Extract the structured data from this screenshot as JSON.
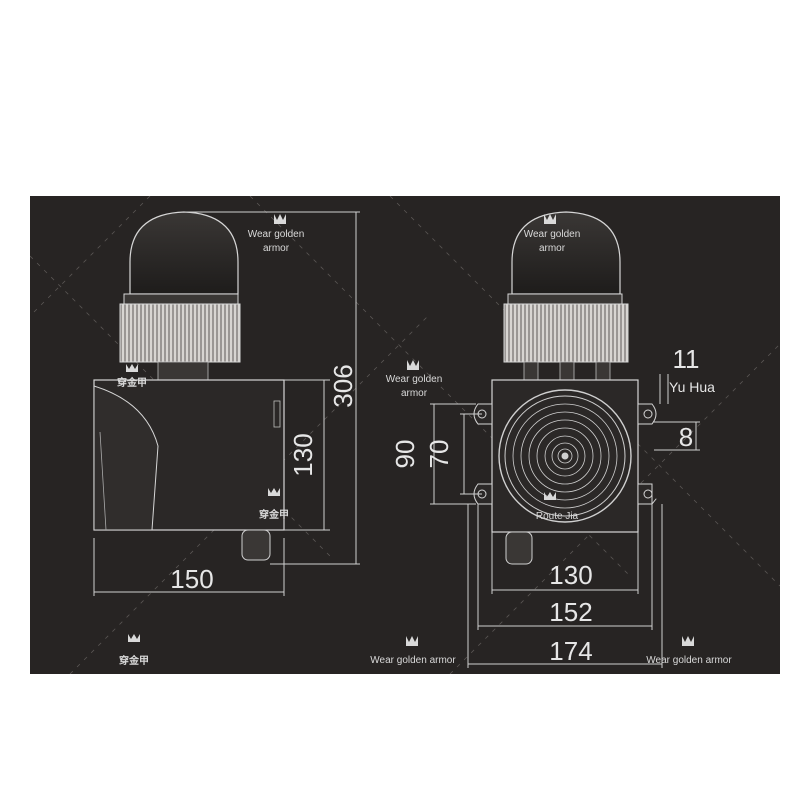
{
  "dimensions": {
    "side_width": "150",
    "side_body_height": "130",
    "total_height": "306",
    "front_width_130": "130",
    "front_width_152": "152",
    "front_width_174": "174",
    "mount_90": "90",
    "mount_70": "70",
    "hole_11": "11",
    "tab_8": "8"
  },
  "watermarks": {
    "wear_golden": "Wear golden",
    "armor": "armor",
    "wear_golden_armor": "Wear golden armor",
    "yu_hua": "Yu Hua",
    "route_jia": "Route Jia",
    "cn_brand": "穿金甲"
  },
  "colors": {
    "background": "#272423",
    "lines": "#cfcfcf",
    "text": "#e6e6e6"
  }
}
